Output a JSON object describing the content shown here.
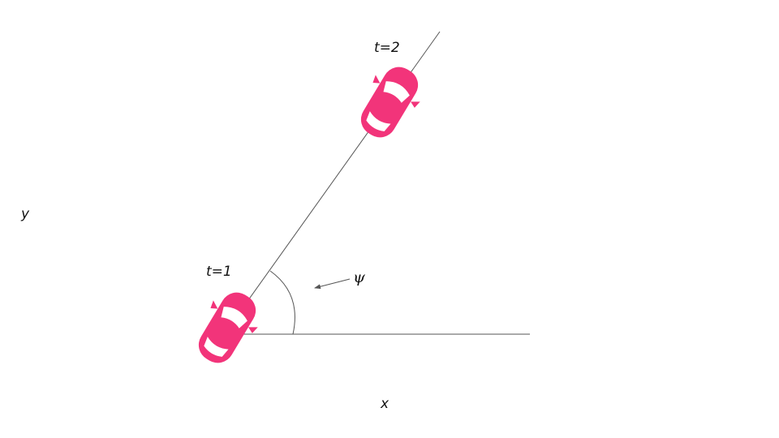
{
  "labels": {
    "y_axis": "y",
    "x_axis": "x",
    "t1": "t=1",
    "t2": "t=2",
    "angle": "ψ"
  },
  "colors": {
    "car_body": "#f2347a",
    "car_glass": "#ffffff",
    "line": "#555555"
  },
  "icons": {
    "car_t1": "car-icon",
    "car_t2": "car-icon"
  }
}
